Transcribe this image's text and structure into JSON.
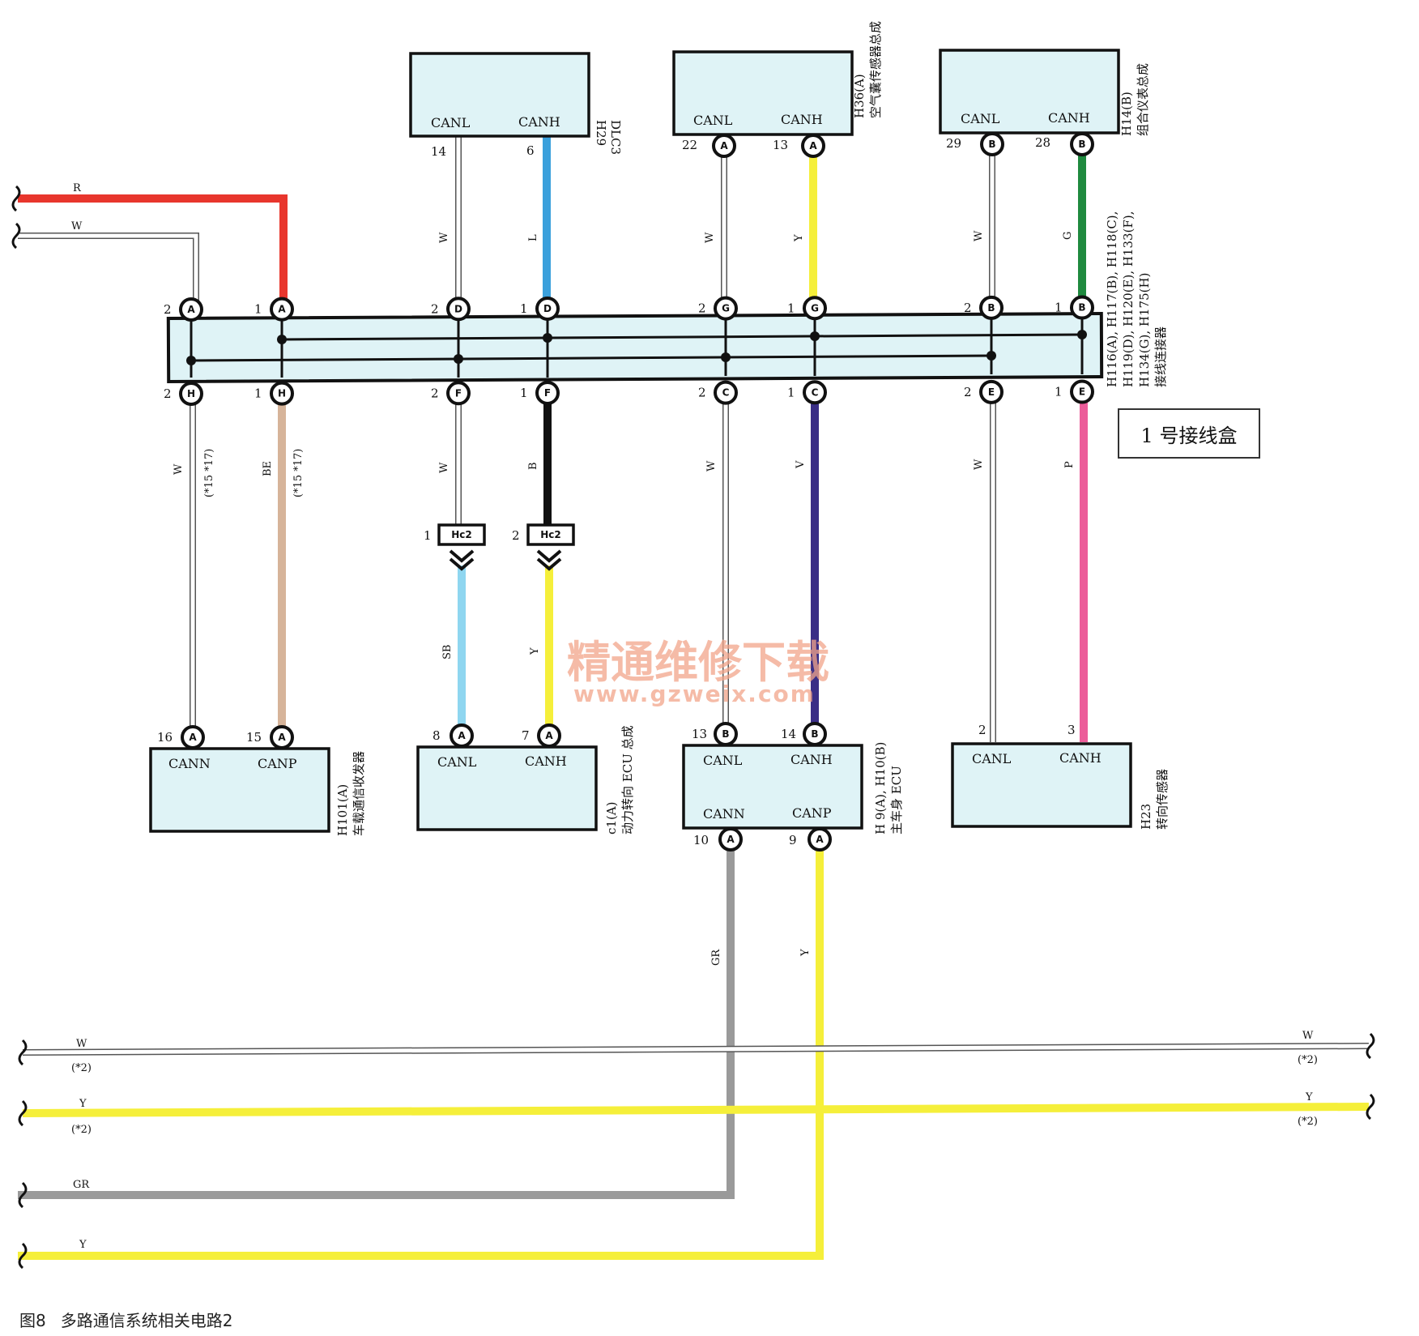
{
  "figure": {
    "number": "图8",
    "title": "多路通信系统相关电路2"
  },
  "junction_box_label": "1 号接线盒",
  "watermark": {
    "cn": "精通维修下载",
    "url": "www.gzweix.com"
  },
  "components": {
    "dlc3": {
      "code": "H29",
      "name": "DLC3",
      "pins": {
        "canl": "CANL",
        "canh": "CANH",
        "canl_no": "14",
        "canh_no": "6"
      }
    },
    "airbag": {
      "code": "H36(A)",
      "name": "空气囊传感器总成",
      "pins": {
        "canl": "CANL",
        "canh": "CANH",
        "canl_no": "22",
        "canh_no": "13",
        "canl_term": "A",
        "canh_term": "A"
      }
    },
    "meter": {
      "code": "H14(B)",
      "name": "组合仪表总成",
      "pins": {
        "canl": "CANL",
        "canh": "CANH",
        "canl_no": "29",
        "canh_no": "28",
        "canl_term": "B",
        "canh_term": "B"
      }
    },
    "transceiver": {
      "code": "H101(A)",
      "name": "车载通信收发器",
      "pins": {
        "cann": "CANN",
        "canp": "CANP",
        "cann_no": "16",
        "canp_no": "15",
        "cann_term": "A",
        "canp_term": "A"
      }
    },
    "ps_ecu": {
      "code": "c1(A)",
      "name": "动力转向 ECU 总成",
      "pins": {
        "canl": "CANL",
        "canh": "CANH",
        "canl_no": "8",
        "canh_no": "7",
        "canl_term": "A",
        "canh_term": "A"
      }
    },
    "body_ecu": {
      "code": "H 9(A), H10(B)",
      "name": "主车身 ECU",
      "pins": {
        "canl": "CANL",
        "canh": "CANH",
        "cann": "CANN",
        "canp": "CANP",
        "canl_no": "13",
        "canh_no": "14",
        "cann_no": "10",
        "canp_no": "9",
        "top_term": "B",
        "bottom_term": "A"
      }
    },
    "steer_sensor": {
      "code": "H23",
      "name": "转向传感器",
      "pins": {
        "canl": "CANL",
        "canh": "CANH",
        "canl_no": "2",
        "canh_no": "3"
      }
    }
  },
  "junction_connector": {
    "codes_line1": "H116(A), H117(B), H118(C),",
    "codes_line2": "H119(D), H120(E), H133(F),",
    "codes_line3": "H134(G), H175(H)",
    "name": "接线连接器"
  },
  "jb_top_terms": [
    {
      "n": "2",
      "t": "A"
    },
    {
      "n": "1",
      "t": "A"
    },
    {
      "n": "2",
      "t": "D"
    },
    {
      "n": "1",
      "t": "D"
    },
    {
      "n": "2",
      "t": "G"
    },
    {
      "n": "1",
      "t": "G"
    },
    {
      "n": "2",
      "t": "B"
    },
    {
      "n": "1",
      "t": "B"
    }
  ],
  "jb_bottom_terms": [
    {
      "n": "2",
      "t": "H"
    },
    {
      "n": "1",
      "t": "H"
    },
    {
      "n": "2",
      "t": "F"
    },
    {
      "n": "1",
      "t": "F"
    },
    {
      "n": "2",
      "t": "C"
    },
    {
      "n": "1",
      "t": "C"
    },
    {
      "n": "2",
      "t": "E"
    },
    {
      "n": "1",
      "t": "E"
    }
  ],
  "hc2": {
    "label": "Hc2",
    "left_no": "1",
    "right_no": "2"
  },
  "wire_colors": {
    "R": "#e8362d",
    "W": "#ffffff",
    "L": "#3aa0dc",
    "Y": "#f5ef3a",
    "G": "#1f8a3f",
    "BE": "#d6b49a",
    "B": "#111111",
    "V": "#3a2e86",
    "P": "#ec5d9a",
    "SB": "#8fd6f0",
    "GR": "#9a9a9a"
  },
  "wire_labels": {
    "R": "R",
    "W": "W",
    "L": "L",
    "Y": "Y",
    "G": "G",
    "BE": "BE",
    "B": "B",
    "V": "V",
    "P": "P",
    "SB": "SB",
    "GR": "GR",
    "note_15_17": "(*15 *17)",
    "note_2": "(*2)"
  }
}
